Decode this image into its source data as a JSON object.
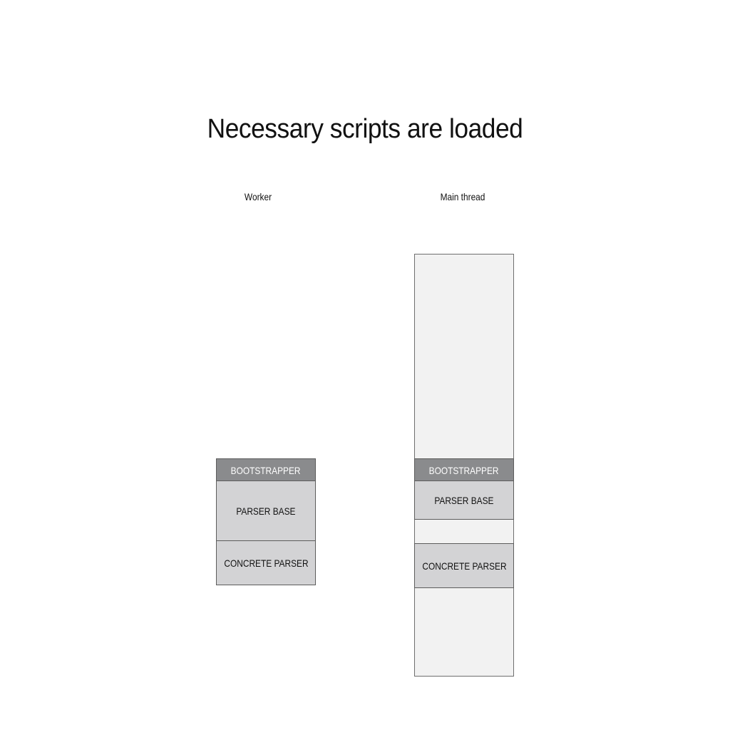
{
  "title": "Necessary scripts are loaded",
  "columns": {
    "worker": {
      "label": "Worker",
      "blocks": {
        "bootstrapper": "BOOTSTRAPPER",
        "parser_base": "PARSER BASE",
        "concrete_parser": "CONCRETE PARSER"
      }
    },
    "main": {
      "label": "Main thread",
      "blocks": {
        "bootstrapper": "BOOTSTRAPPER",
        "parser_base": "PARSER BASE",
        "concrete_parser": "CONCRETE PARSER"
      }
    }
  },
  "colors": {
    "bootstrapper_fill": "#8a8b8d",
    "module_fill": "#d3d3d5",
    "container_fill": "#f2f2f2",
    "border": "#5c5c5c"
  }
}
